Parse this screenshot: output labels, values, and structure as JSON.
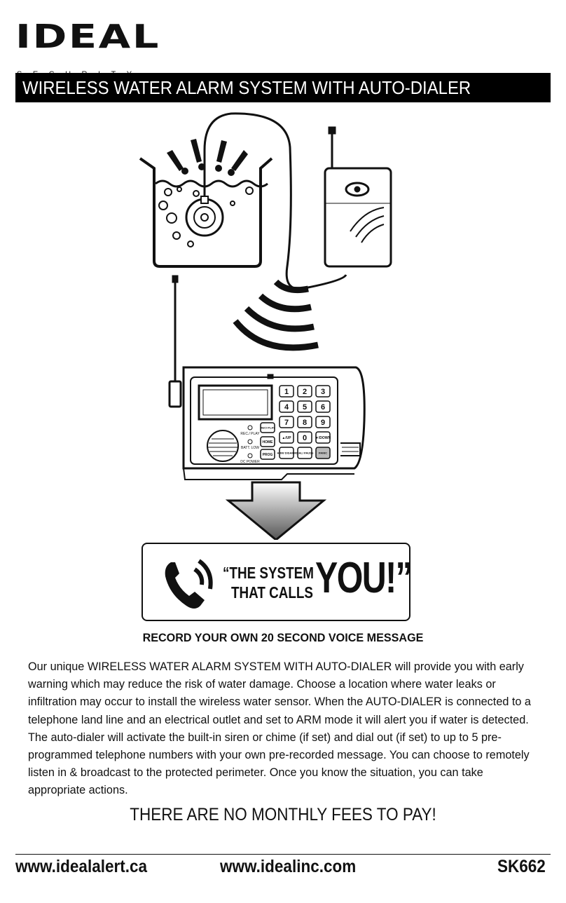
{
  "brand": {
    "name": "IDEAL",
    "sub": "SECURITY"
  },
  "title": "WIRELESS WATER ALARM SYSTEM WITH AUTO-DIALER",
  "keypad": {
    "keys": [
      "1",
      "2",
      "3",
      "4",
      "5",
      "6",
      "7",
      "8",
      "9",
      "0"
    ],
    "up_label": "▲/UP",
    "down_label": "▼/DOWN",
    "rec_play": "REC/ PLAY",
    "home": "HOME",
    "prog": "PROG",
    "arm_disarm": "ARM/ DISARM",
    "dial_pause": "DIAL/ PAUSE",
    "panic": "PANIC",
    "led_rec": "REC./ PLAY",
    "led_batt": "BATT. LOW",
    "led_power": "DC POWER"
  },
  "callout": {
    "line1": "“THE SYSTEM",
    "line2": "THAT CALLS",
    "big": "YOU!”"
  },
  "subheading": "RECORD YOUR OWN 20 SECOND VOICE MESSAGE",
  "body": "Our unique WIRELESS WATER ALARM SYSTEM WITH AUTO-DIALER will provide you with early warning which may reduce the risk of water damage. Choose a location where water leaks or infiltration may occur to install the wireless water sensor. When the AUTO-DIALER is connected to a telephone land line and an electrical outlet and set to ARM mode it will alert you if water is detected. The auto-dialer will activate the built-in siren or chime (if set) and dial out (if set) to up to 5 pre-programmed telephone numbers with your own pre-recorded message. You can choose to remotely listen in & broadcast to the protected perimeter. Once you know the situation, you can take appropriate actions.",
  "fees": "THERE ARE NO MONTHLY FEES TO PAY!",
  "footer": {
    "site1": "www.idealalert.ca",
    "site2": "www.idealinc.com",
    "model": "SK662"
  }
}
